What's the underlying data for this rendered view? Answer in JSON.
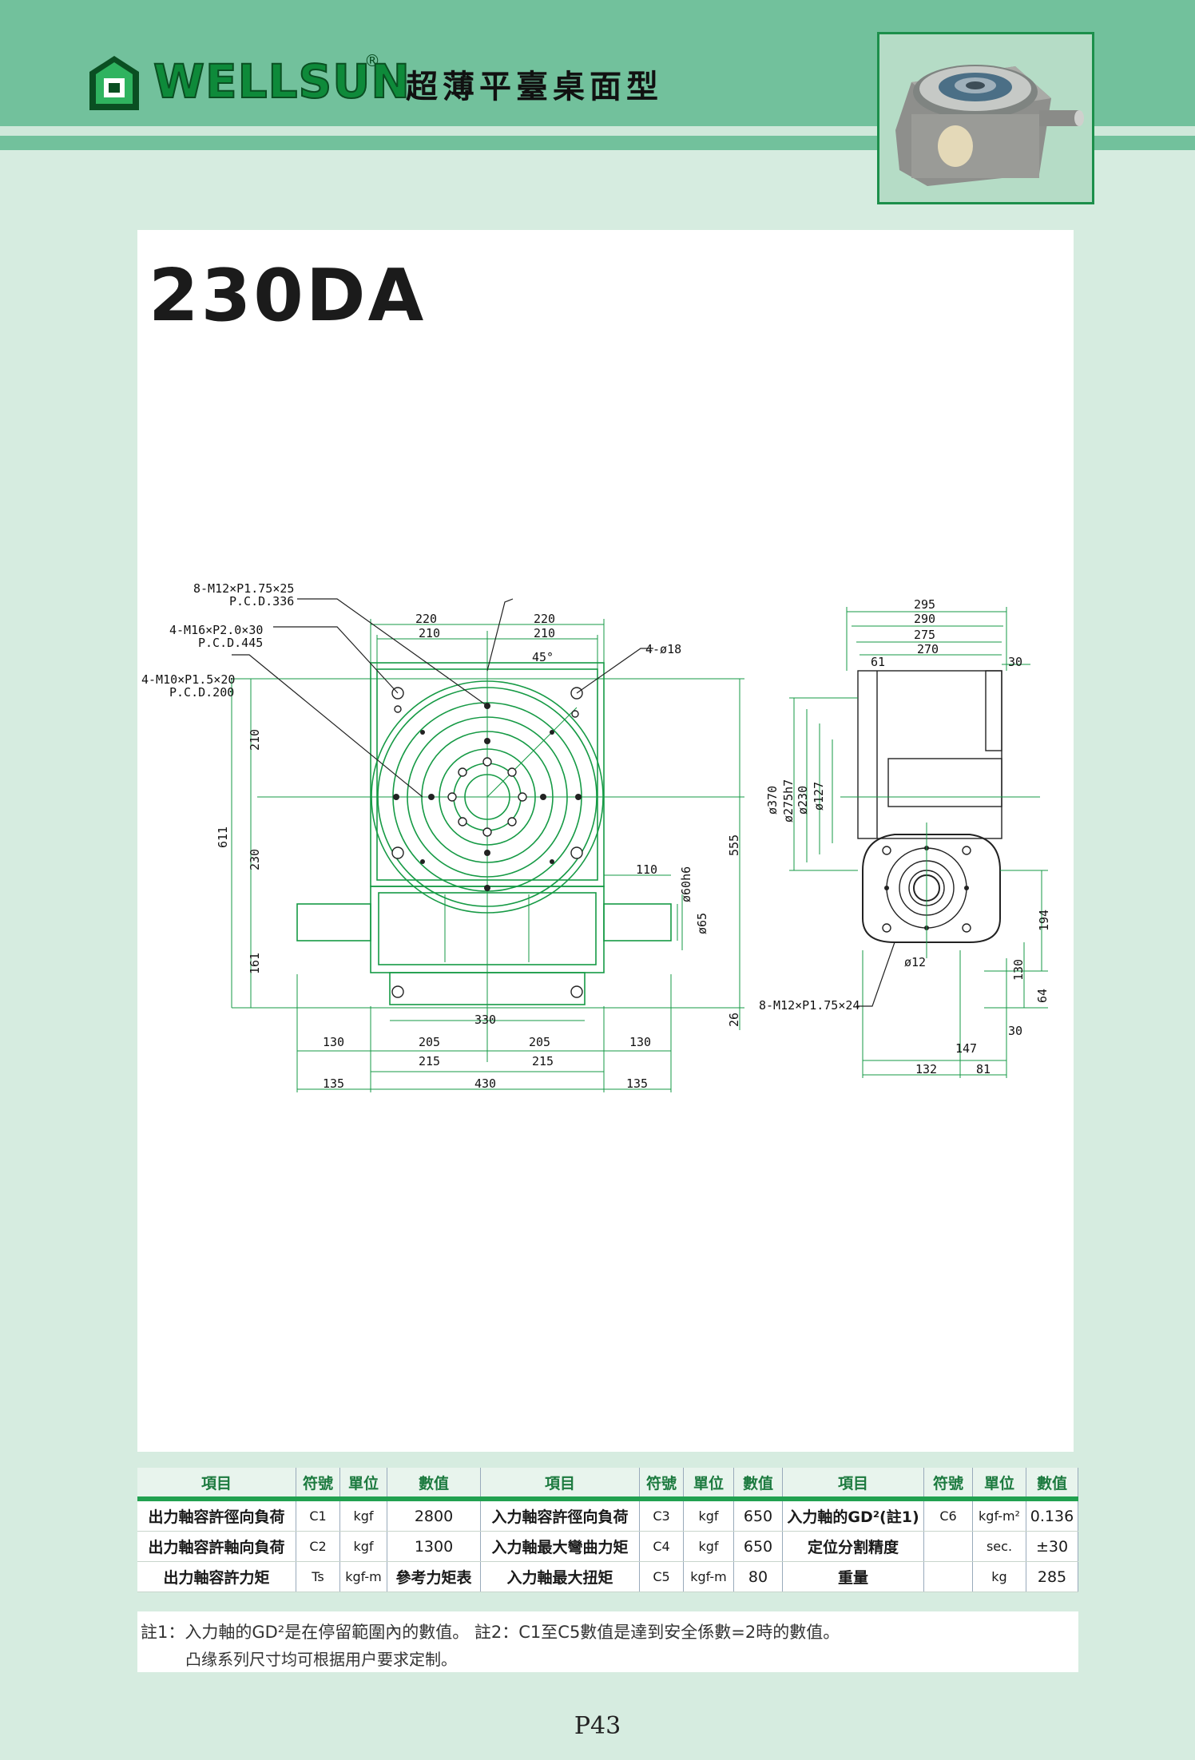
{
  "header": {
    "brand": "WELLSUN",
    "registered_mark": "®",
    "title": "超薄平臺桌面型"
  },
  "model": "230DA",
  "drawing": {
    "callouts": {
      "tap1_spec": "8-M12×P1.75×25",
      "tap1_pcd": "P.C.D.336",
      "tap2_spec": "4-M16×P2.0×30",
      "tap2_pcd": "P.C.D.445",
      "tap3_spec": "4-M10×P1.5×20",
      "tap3_pcd": "P.C.D.200",
      "holes": "4-ø18",
      "angle": "45°",
      "side_tap": "8-M12×P1.75×24",
      "side_dia": "ø12"
    },
    "front_dims": {
      "top_220_l": "220",
      "top_220_r": "220",
      "top_210_l": "210",
      "top_210_r": "210",
      "v611": "611",
      "v210": "210",
      "v230": "230",
      "v161": "161",
      "v555": "555",
      "v26": "26",
      "h110": "110",
      "d60h6": "ø60h6",
      "d65": "ø65",
      "b330": "330",
      "b130_l": "130",
      "b205_l": "205",
      "b205_r": "205",
      "b130_r": "130",
      "b215_l": "215",
      "b215_r": "215",
      "b135_l": "135",
      "b430": "430",
      "b135_r": "135"
    },
    "side_dims": {
      "s295": "295",
      "s290": "290",
      "s275": "275",
      "s270": "270",
      "s61": "61",
      "s30_top": "30",
      "d370": "ø370",
      "d275h7": "ø275h7",
      "d230": "ø230",
      "d127": "ø127",
      "s194": "194",
      "s130": "130",
      "s64": "64",
      "s30_bot": "30",
      "s147": "147",
      "s132": "132",
      "s81": "81"
    }
  },
  "spec_table": {
    "headers": [
      "項目",
      "符號",
      "單位",
      "數值",
      "項目",
      "符號",
      "單位",
      "數值",
      "項目",
      "符號",
      "單位",
      "數值"
    ],
    "rows": [
      [
        "出力軸容許徑向負荷",
        "C1",
        "kgf",
        "2800",
        "入力軸容許徑向負荷",
        "C3",
        "kgf",
        "650",
        "入力軸的GD²(註1)",
        "C6",
        "kgf-m²",
        "0.136"
      ],
      [
        "出力軸容許軸向負荷",
        "C2",
        "kgf",
        "1300",
        "入力軸最大彎曲力矩",
        "C4",
        "kgf",
        "650",
        "定位分割精度",
        "",
        "sec.",
        "±30"
      ],
      [
        "出力軸容許力矩",
        "Ts",
        "kgf-m",
        "參考力矩表",
        "入力軸最大扭矩",
        "C5",
        "kgf-m",
        "80",
        "重量",
        "",
        "kg",
        "285"
      ]
    ]
  },
  "notes": {
    "line1": "註1：入力軸的GD²是在停留範圍內的數值。  註2：C1至C5數值是達到安全係數=2時的數值。",
    "line2": "凸缘系列尺寸均可根据用户要求定制。"
  },
  "page_number": "P43",
  "colors": {
    "header_green": "#72c19c",
    "accent_green": "#21a150",
    "background": "#d6ece0",
    "line_green": "#169a45"
  }
}
